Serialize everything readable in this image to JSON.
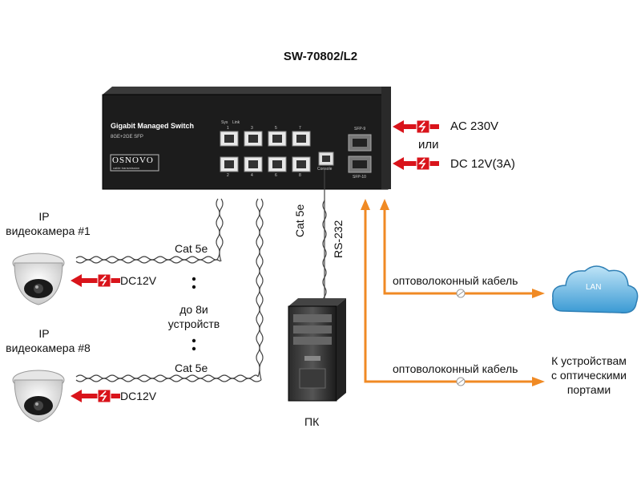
{
  "title": "SW-70802/L2",
  "switch": {
    "model_label": "Gigabit Managed Switch",
    "sub_label": "8GE+2GE SFP",
    "brand": "OSNOVO",
    "brand_tagline": "cable transmission",
    "console_label": "Console",
    "sfp_top_label": "SFP-9",
    "sfp_bottom_label": "SFP-10",
    "port_top_labels": [
      "1",
      "3",
      "5",
      "7"
    ],
    "port_bottom_labels": [
      "2",
      "4",
      "6",
      "8"
    ],
    "led_labels": [
      "Sys",
      "Link"
    ]
  },
  "power": {
    "ac": "AC 230V",
    "or": "или",
    "dc": "DC 12V(3A)"
  },
  "cameras": [
    {
      "title_line1": "IP",
      "title_line2": "видеокамера  #1",
      "cable": "Cat 5e",
      "power": "DC12V"
    },
    {
      "title_line1": "IP",
      "title_line2": "видеокамера  #8",
      "cable": "Cat 5e",
      "power": "DC12V"
    }
  ],
  "middle_note": {
    "line1": "до 8и",
    "line2": "устройств"
  },
  "pc": {
    "cable1": "Cat 5e",
    "cable2": "RS-232",
    "label": "ПК"
  },
  "fiber": [
    {
      "label": "оптоволоконный кабель",
      "target": "LAN"
    },
    {
      "label": "оптоволоконный кабель",
      "target_line1": "К устройствам",
      "target_line2": "с оптическими",
      "target_line3": "портами"
    }
  ],
  "colors": {
    "fiber": "#f08a24",
    "power_arrow": "#d9141b",
    "switch_body": "#1c1c1c",
    "cloud": "#3aa0d8"
  }
}
